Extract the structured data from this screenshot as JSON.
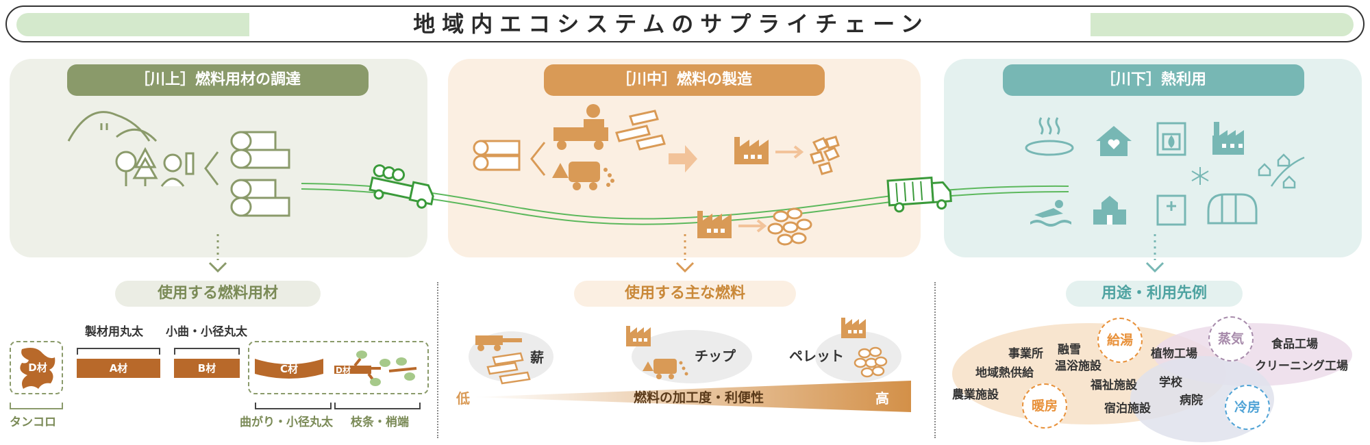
{
  "title": "地域内エコシステムのサプライチェーン",
  "sections": {
    "upstream": {
      "heading": "［川上］燃料用材の調達",
      "subheading": "使用する燃料用材"
    },
    "midstream": {
      "heading": "［川中］燃料の製造",
      "subheading": "使用する主な燃料"
    },
    "downstream": {
      "heading": "［川下］熱利用",
      "subheading": "用途・利用先例"
    }
  },
  "timber": {
    "label_milled": "製材用丸太",
    "label_small": "小曲・小径丸太",
    "a": "A材",
    "b": "B材",
    "c": "C材",
    "d": "D材",
    "d_branch": "D材",
    "label_stump": "タンコロ",
    "label_curved": "曲がり・小径丸太",
    "label_branch": "枝条・梢端"
  },
  "fuels": {
    "firewood": "薪",
    "chip": "チップ",
    "pellet": "ペレット",
    "low": "低",
    "high": "高",
    "gradient_label": "燃料の加工度・利便性"
  },
  "uses": {
    "hot_water": "給湯",
    "steam": "蒸気",
    "heating": "暖房",
    "cooling": "冷房",
    "examples": [
      "事業所",
      "地域熱供給",
      "農業施設",
      "融雪",
      "温浴施設",
      "植物工場",
      "食品工場",
      "クリーニング工場",
      "福祉施設",
      "学校",
      "宿泊施設",
      "病院"
    ]
  },
  "colors": {
    "upstream": "#8a9a6a",
    "midstream": "#d99a56",
    "downstream": "#77b7b4",
    "wood": "#b8692a",
    "road": "#5cb85c"
  }
}
